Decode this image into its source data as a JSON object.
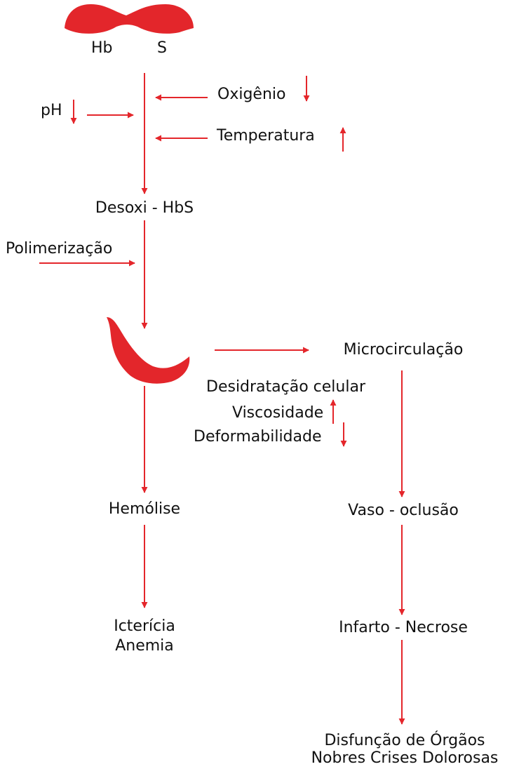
{
  "colors": {
    "arrow": "#e4262b",
    "cell": "#e3262b",
    "text": "#111111",
    "background": "#ffffff"
  },
  "labels": {
    "hb": "Hb",
    "s": "S",
    "oxigenio": "Oxigênio",
    "temperatura": "Temperatura",
    "ph": "pH",
    "desoxi_hbs": "Desoxi - HbS",
    "polimerizacao": "Polimerização",
    "microcirculacao": "Microcirculação",
    "desidratacao": "Desidratação celular",
    "viscosidade": "Viscosidade",
    "deformabilidade": "Deformabilidade",
    "hemolise": "Hemólise",
    "vaso_oclusao": "Vaso - oclusão",
    "ictericia": "Icterícia",
    "anemia": "Anemia",
    "infarto_necrose": "Infarto - Necrose",
    "disfuncao": "Disfunção de Órgãos",
    "crises": "Nobres Crises Dolorosas"
  },
  "indicators": {
    "oxigenio": "down",
    "temperatura": "up",
    "ph": "down",
    "viscosidade": "up",
    "deformabilidade": "down"
  },
  "icons": {
    "normal_cell": "biconcave-red-blood-cell-icon",
    "sickle_cell": "sickle-cell-icon"
  }
}
